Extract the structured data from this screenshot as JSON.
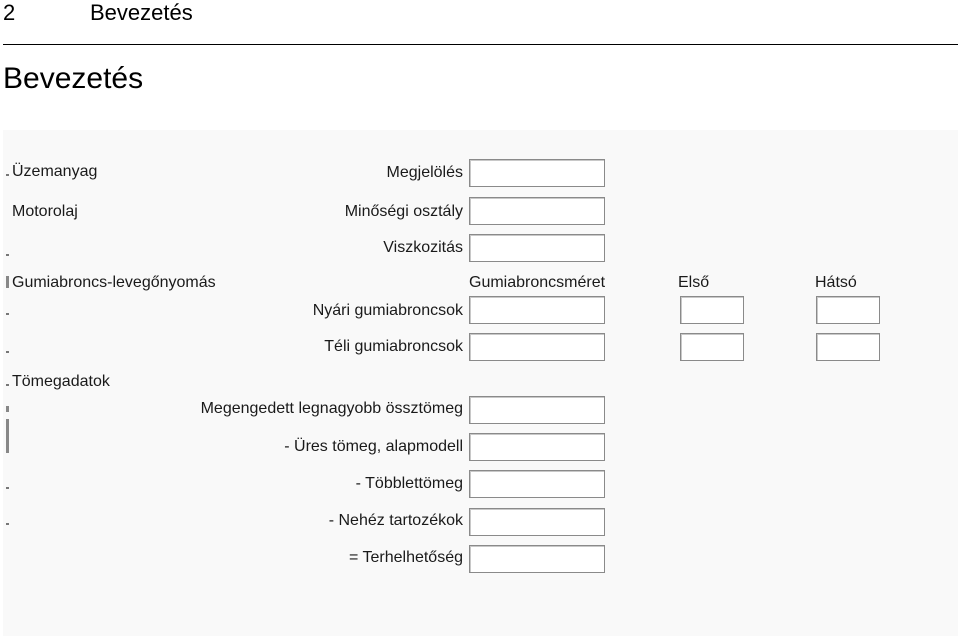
{
  "header": {
    "page_number": "2",
    "title": "Bevezetés"
  },
  "section_title": "Bevezetés",
  "form": {
    "fuel": {
      "heading": "Üzemanyag",
      "designation_label": "Megjelölés"
    },
    "engine_oil": {
      "heading": "Motorolaj",
      "quality_label": "Minőségi osztály",
      "viscosity_label": "Viszkozitás"
    },
    "tyre_pressure": {
      "heading": "Gumiabroncs-levegőnyomás",
      "size_label": "Gumiabroncsméret",
      "front_label": "Első",
      "rear_label": "Hátsó",
      "summer_label": "Nyári gumiabroncsok",
      "winter_label": "Téli gumiabroncsok"
    },
    "weights": {
      "heading": "Tömegadatok",
      "max_gross_label": "Megengedett legnagyobb össztömeg",
      "empty_weight_label": "- Üres tömeg, alapmodell",
      "extra_weight_label": "- Többlettömeg",
      "heavy_accessories_label": "- Nehéz tartozékok",
      "payload_label": "= Terhelhetőség"
    }
  }
}
